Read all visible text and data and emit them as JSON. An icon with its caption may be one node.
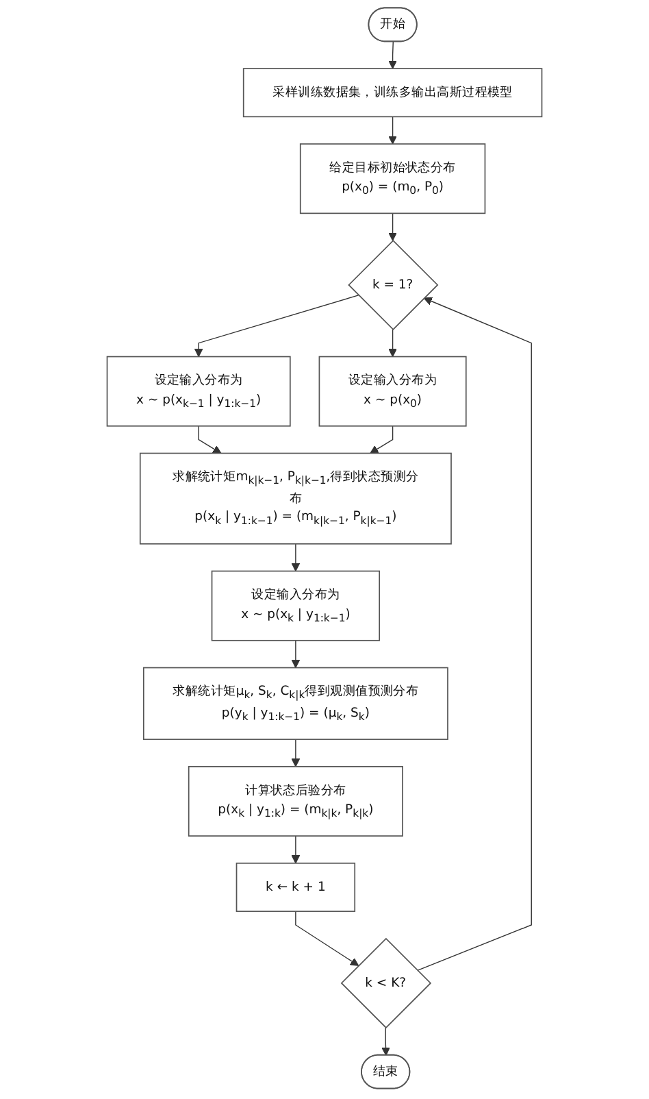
{
  "diagram": {
    "nodes": [
      {
        "text": [
          "开始"
        ]
      },
      {
        "text": [
          "采样训练数据集，训练多输出高斯过程模型"
        ]
      },
      {
        "text": [
          "给定目标初始状态分布",
          "p(x$_{0}$) = (m$_{0}$, P$_{0}$)"
        ]
      },
      {
        "text": [
          "k = 1?"
        ]
      },
      {
        "text": [
          "设定输入分布为",
          "x ~ p(x$_{k−1}$ | y$_{1:k−1}$)"
        ]
      },
      {
        "text": [
          "设定输入分布为",
          "x ~ p(x$_{0}$)"
        ]
      },
      {
        "text": [
          "求解统计矩m$_{k|k−1}$, P$_{k|k−1}$,得到状态预测分布",
          "p(x$_{k}$ | y$_{1:k−1}$) = (m$_{k|k−1}$, P$_{k|k−1}$)"
        ]
      },
      {
        "text": [
          "设定输入分布为",
          "x ~ p(x$_{k}$ | y$_{1:k−1}$)"
        ]
      },
      {
        "text": [
          "求解统计矩μ$_{k}$, S$_{k}$, C$_{k|k}$得到观测值预测分布",
          "p(y$_{k}$ | y$_{1:k−1}$) = (μ$_{k}$, S$_{k}$)"
        ]
      },
      {
        "text": [
          "计算状态后验分布",
          "p(x$_{k}$ | y$_{1:k}$) = (m$_{k|k}$, P$_{k|k}$)"
        ]
      },
      {
        "text": [
          "k ← k + 1"
        ]
      },
      {
        "text": [
          "k < K?"
        ]
      },
      {
        "text": [
          "结束"
        ]
      }
    ],
    "edges": [
      {
        "from": 0,
        "to": 1,
        "arrow": "to"
      },
      {
        "from": 1,
        "to": 2,
        "arrow": "to"
      },
      {
        "from": 2,
        "to": 3,
        "arrow": "to"
      },
      {
        "from": 3,
        "to": 4,
        "arrow": "to"
      },
      {
        "from": 3,
        "to": 5,
        "arrow": "to"
      },
      {
        "from": 4,
        "to": 6,
        "arrow": "to"
      },
      {
        "from": 5,
        "to": 6,
        "arrow": "to"
      },
      {
        "from": 6,
        "to": 7,
        "arrow": "to"
      },
      {
        "from": 7,
        "to": 8,
        "arrow": "to"
      },
      {
        "from": 8,
        "to": 9,
        "arrow": "to"
      },
      {
        "from": 9,
        "to": 10,
        "arrow": "to"
      },
      {
        "from": 10,
        "to": 11,
        "arrow": "to"
      },
      {
        "from": 11,
        "to": 3,
        "arrow": "to"
      },
      {
        "from": 11,
        "to": 12,
        "arrow": "to"
      }
    ]
  }
}
